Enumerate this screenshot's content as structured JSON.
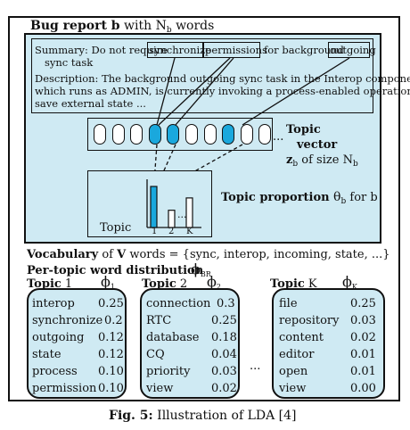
{
  "bug_report": {
    "heading_bold": "Bug report b",
    "heading_rest": " with N",
    "heading_sub": "b",
    "heading_end": " words",
    "summary_prefix": "Summary: Do not require",
    "summary_word1": "synchronize",
    "summary_word2": "permissions",
    "summary_mid": "for background",
    "summary_word3": "outgoing",
    "summary_line2": "sync task",
    "desc_line1": "Description: The background outgoing sync task in the Interop component,",
    "desc_line2": "which runs as ADMIN, is currently invoking a process-enabled operation to",
    "desc_line3": "save external state ...",
    "vector_ellipsis": "...",
    "vector_label_bold1": "Topic",
    "vector_label_bold2": "vector",
    "vector_symbol": "z",
    "vector_symbol_sub": "b",
    "vector_size_text": " of size N",
    "vector_size_sub": "b",
    "cells_highlighted": [
      false,
      false,
      false,
      true,
      true,
      false,
      false,
      true,
      false,
      false
    ]
  },
  "proportion": {
    "label_bold": "Topic proportion",
    "symbol": " θ",
    "symbol_sub": "b",
    "label_end": " for b",
    "axis_label": "Topic",
    "ticks": [
      "1",
      "2",
      "K"
    ],
    "bar_ellipsis": "...",
    "bars": [
      {
        "value": 1.0,
        "filled": true
      },
      {
        "value": 0.42,
        "filled": false
      },
      {
        "value": 0.72,
        "filled": false
      }
    ]
  },
  "vocabulary": {
    "bold": "Vocabulary",
    "text_of": " of ",
    "bold_v": "V",
    "text_rest": " words = {sync, interop, incoming, state, ...}"
  },
  "per_topic": {
    "label": "Per-topic word distribution",
    "symbol": "ϕ",
    "symbol_sub": "BR",
    "between_ellipsis": "...",
    "topics": [
      {
        "title_bold": "Topic",
        "title_num": " 1",
        "phi": "ϕ",
        "phi_sub": "1",
        "words": [
          {
            "word": "interop",
            "prob": "0.25"
          },
          {
            "word": "synchronize",
            "prob": "0.2"
          },
          {
            "word": "outgoing",
            "prob": "0.12"
          },
          {
            "word": "state",
            "prob": "0.12"
          },
          {
            "word": "process",
            "prob": "0.10"
          },
          {
            "word": "permission",
            "prob": "0.10"
          }
        ],
        "ellipsis": "..."
      },
      {
        "title_bold": "Topic",
        "title_num": " 2",
        "phi": "ϕ",
        "phi_sub": "2",
        "words": [
          {
            "word": "connection",
            "prob": "0.3"
          },
          {
            "word": "RTC",
            "prob": "0.25"
          },
          {
            "word": "database",
            "prob": "0.18"
          },
          {
            "word": "CQ",
            "prob": "0.04"
          },
          {
            "word": "priority",
            "prob": "0.03"
          },
          {
            "word": "view",
            "prob": "0.02"
          }
        ],
        "ellipsis": "..."
      },
      {
        "title_bold": "Topic",
        "title_num": " K",
        "phi": "ϕ",
        "phi_sub": "K",
        "words": [
          {
            "word": "file",
            "prob": "0.25"
          },
          {
            "word": "repository",
            "prob": "0.03"
          },
          {
            "word": "content",
            "prob": "0.02"
          },
          {
            "word": "editor",
            "prob": "0.01"
          },
          {
            "word": "open",
            "prob": "0.01"
          },
          {
            "word": "view",
            "prob": "0.00"
          }
        ],
        "ellipsis": "..."
      }
    ]
  },
  "caption": {
    "bold": "Fig. 5:",
    "text": " Illustration of LDA [4]"
  },
  "colors": {
    "panel": "#cfeaf3",
    "highlight": "#1aa8dd",
    "stroke": "#111111"
  }
}
